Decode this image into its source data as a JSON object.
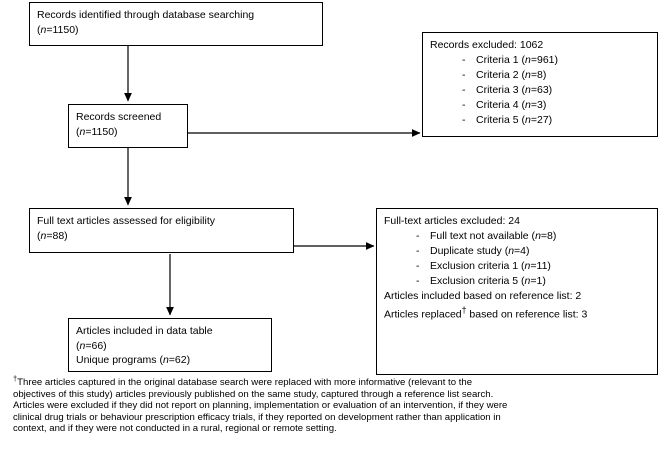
{
  "diagram": {
    "type": "prisma-flow-diagram",
    "title": "PRISMA study selection flow diagram",
    "colors": {
      "stroke": "#000000",
      "background": "#ffffff",
      "text": "#000000"
    },
    "nodes": [
      {
        "id": "records-identified",
        "lines": [
          "Records identified through database searching",
          "(n=1150)"
        ],
        "line1": "Records identified through database searching",
        "line2_prefix": "(",
        "line2_italic": "n",
        "line2_suffix": "=1150)"
      },
      {
        "id": "records-excluded",
        "header": "Records excluded: 1062",
        "bullets": [
          {
            "dash": "-",
            "label": "Criteria 1 (",
            "italic": "n",
            "value": "=961)"
          },
          {
            "dash": "-",
            "label": "Criteria 2 (",
            "italic": "n",
            "value": "=8)"
          },
          {
            "dash": "-",
            "label": "Criteria 3 (",
            "italic": "n",
            "value": "=63)"
          },
          {
            "dash": "-",
            "label": "Criteria 4 (",
            "italic": "n",
            "value": "=3)"
          },
          {
            "dash": "-",
            "label": "Criteria 5 (",
            "italic": "n",
            "value": "=27)"
          }
        ]
      },
      {
        "id": "records-screened",
        "line1": "Records screened",
        "line2_prefix": "(",
        "line2_italic": "n",
        "line2_suffix": "=1150)"
      },
      {
        "id": "full-text-assessed",
        "line1": "Full text articles assessed for eligibility",
        "line2_prefix": "(",
        "line2_italic": "n",
        "line2_suffix": "=88)"
      },
      {
        "id": "full-text-excluded",
        "header": "Full-text articles excluded: 24",
        "bullets": [
          {
            "dash": "-",
            "label": "Full text not available (",
            "italic": "n",
            "value": "=8)"
          },
          {
            "dash": "-",
            "label": "Duplicate study (",
            "italic": "n",
            "value": "=4)"
          },
          {
            "dash": "-",
            "label": "Exclusion criteria 1 (",
            "italic": "n",
            "value": "=11)"
          },
          {
            "dash": "-",
            "label": "Exclusion criteria 5 (",
            "italic": "n",
            "value": "=1)"
          }
        ],
        "footer1": "Articles included based on reference list: 2",
        "footer2_a": "Articles replaced",
        "footer2_dagger": "†",
        "footer2_b": " based on reference list: 3"
      },
      {
        "id": "articles-included",
        "line1": "Articles included in data table",
        "line2_prefix": "(",
        "line2_italic": "n",
        "line2_suffix": "=66)",
        "line3_prefix": "Unique programs (",
        "line3_italic": "n",
        "line3_suffix": "=62)"
      }
    ],
    "arrows": [
      {
        "id": "arrow-identified-to-screened",
        "direction": "down"
      },
      {
        "id": "arrow-screened-to-excluded",
        "direction": "right"
      },
      {
        "id": "arrow-screened-to-fulltext",
        "direction": "down"
      },
      {
        "id": "arrow-fulltext-to-excluded",
        "direction": "right"
      },
      {
        "id": "arrow-fulltext-to-included",
        "direction": "down"
      }
    ]
  },
  "footnote": {
    "dagger": "†",
    "lines": [
      "Three articles captured in the original database search were replaced with more informative (relevant to the",
      "objectives of this study) articles previously published on the same study, captured through a reference list search.",
      "Articles were excluded if they did not report on planning, implementation or evaluation of an intervention, if they were",
      "clinical drug trials or behaviour prescription efficacy trials, if they reported on development rather than application in",
      "context, and if they were not conducted in a rural, regional or remote setting."
    ]
  }
}
